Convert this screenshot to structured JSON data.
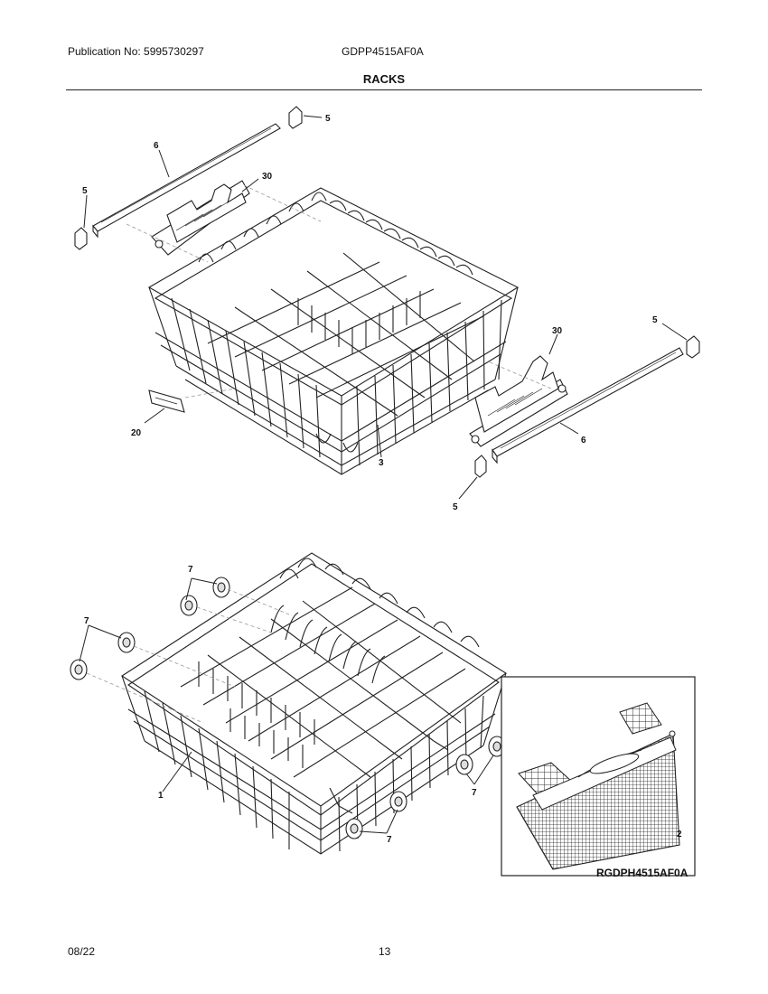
{
  "header": {
    "publication": "Publication No: 5995730297",
    "model": "GDPP4515AF0A",
    "section_title": "RACKS"
  },
  "callouts": {
    "c5a": "5",
    "c6a": "6",
    "c30a": "30",
    "c5b": "5",
    "c5c": "5",
    "c30b": "30",
    "c20": "20",
    "c3": "3",
    "c6b": "6",
    "c5d": "5",
    "c7a": "7",
    "c7b": "7",
    "c7c": "7",
    "c7d": "7",
    "c1": "1",
    "c2": "2"
  },
  "inset": {
    "code": "RGDPH4515AF0A"
  },
  "footer": {
    "date": "08/22",
    "page": "13"
  }
}
